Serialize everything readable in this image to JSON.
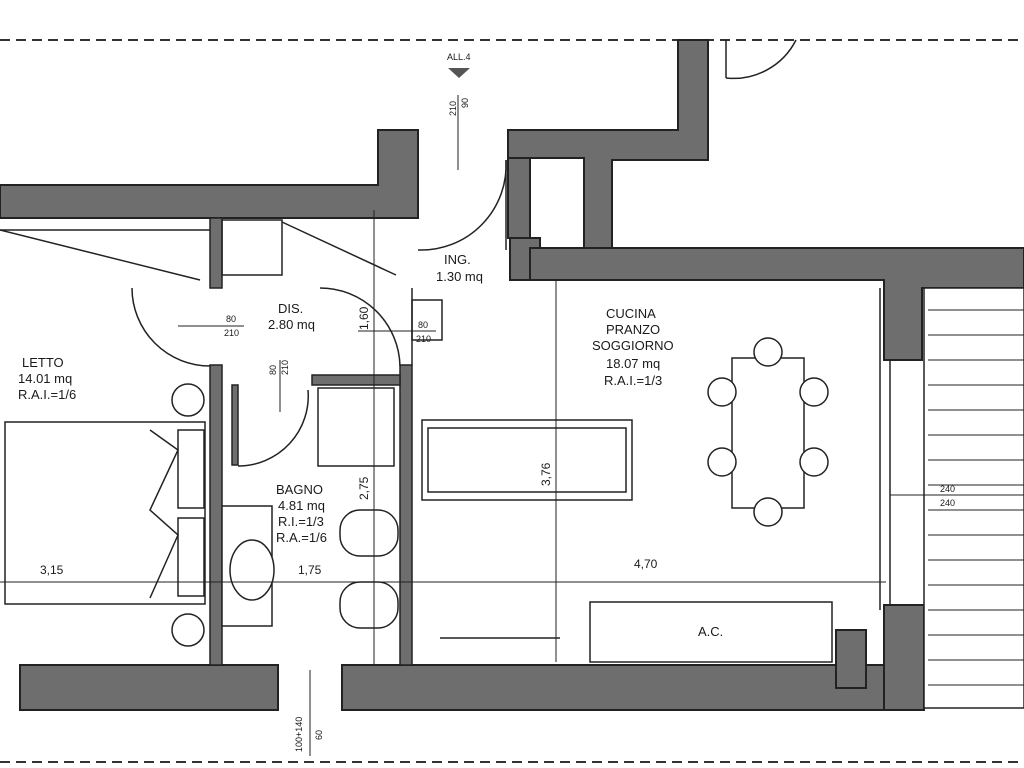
{
  "rooms": {
    "letto": {
      "name": "LETTO",
      "area": "14.01 mq",
      "ratio": "R.A.I.=1/6"
    },
    "dis": {
      "name": "DIS.",
      "area": "2.80 mq"
    },
    "ing": {
      "name": "ING.",
      "area": "1.30 mq"
    },
    "cucina": {
      "line1": "CUCINA",
      "line2": "PRANZO",
      "line3": "SOGGIORNO",
      "area": "18.07 mq",
      "ratio": "R.A.I.=1/3"
    },
    "bagno": {
      "name": "BAGNO",
      "area": "4.81 mq",
      "ri": "R.I.=1/3",
      "ra": "R.A.=1/6"
    }
  },
  "labels": {
    "access": "ALL.4",
    "ac": "A.C."
  },
  "dimensions": {
    "letto_width": "3,15",
    "bagno_width": "1,75",
    "cucina_width": "4,70",
    "dis_depth": "1,60",
    "bagno_depth": "2,75",
    "cucina_depth": "3,76"
  },
  "doors": {
    "entry_w": "90",
    "entry_h": "210",
    "dis_left_w": "80",
    "dis_left_h": "210",
    "dis_right_w": "80",
    "dis_right_h": "210",
    "bagno_w": "80",
    "bagno_h": "210",
    "window_w": "240",
    "window_h": "240",
    "bottom_w": "60",
    "bottom_h": "100+140"
  }
}
